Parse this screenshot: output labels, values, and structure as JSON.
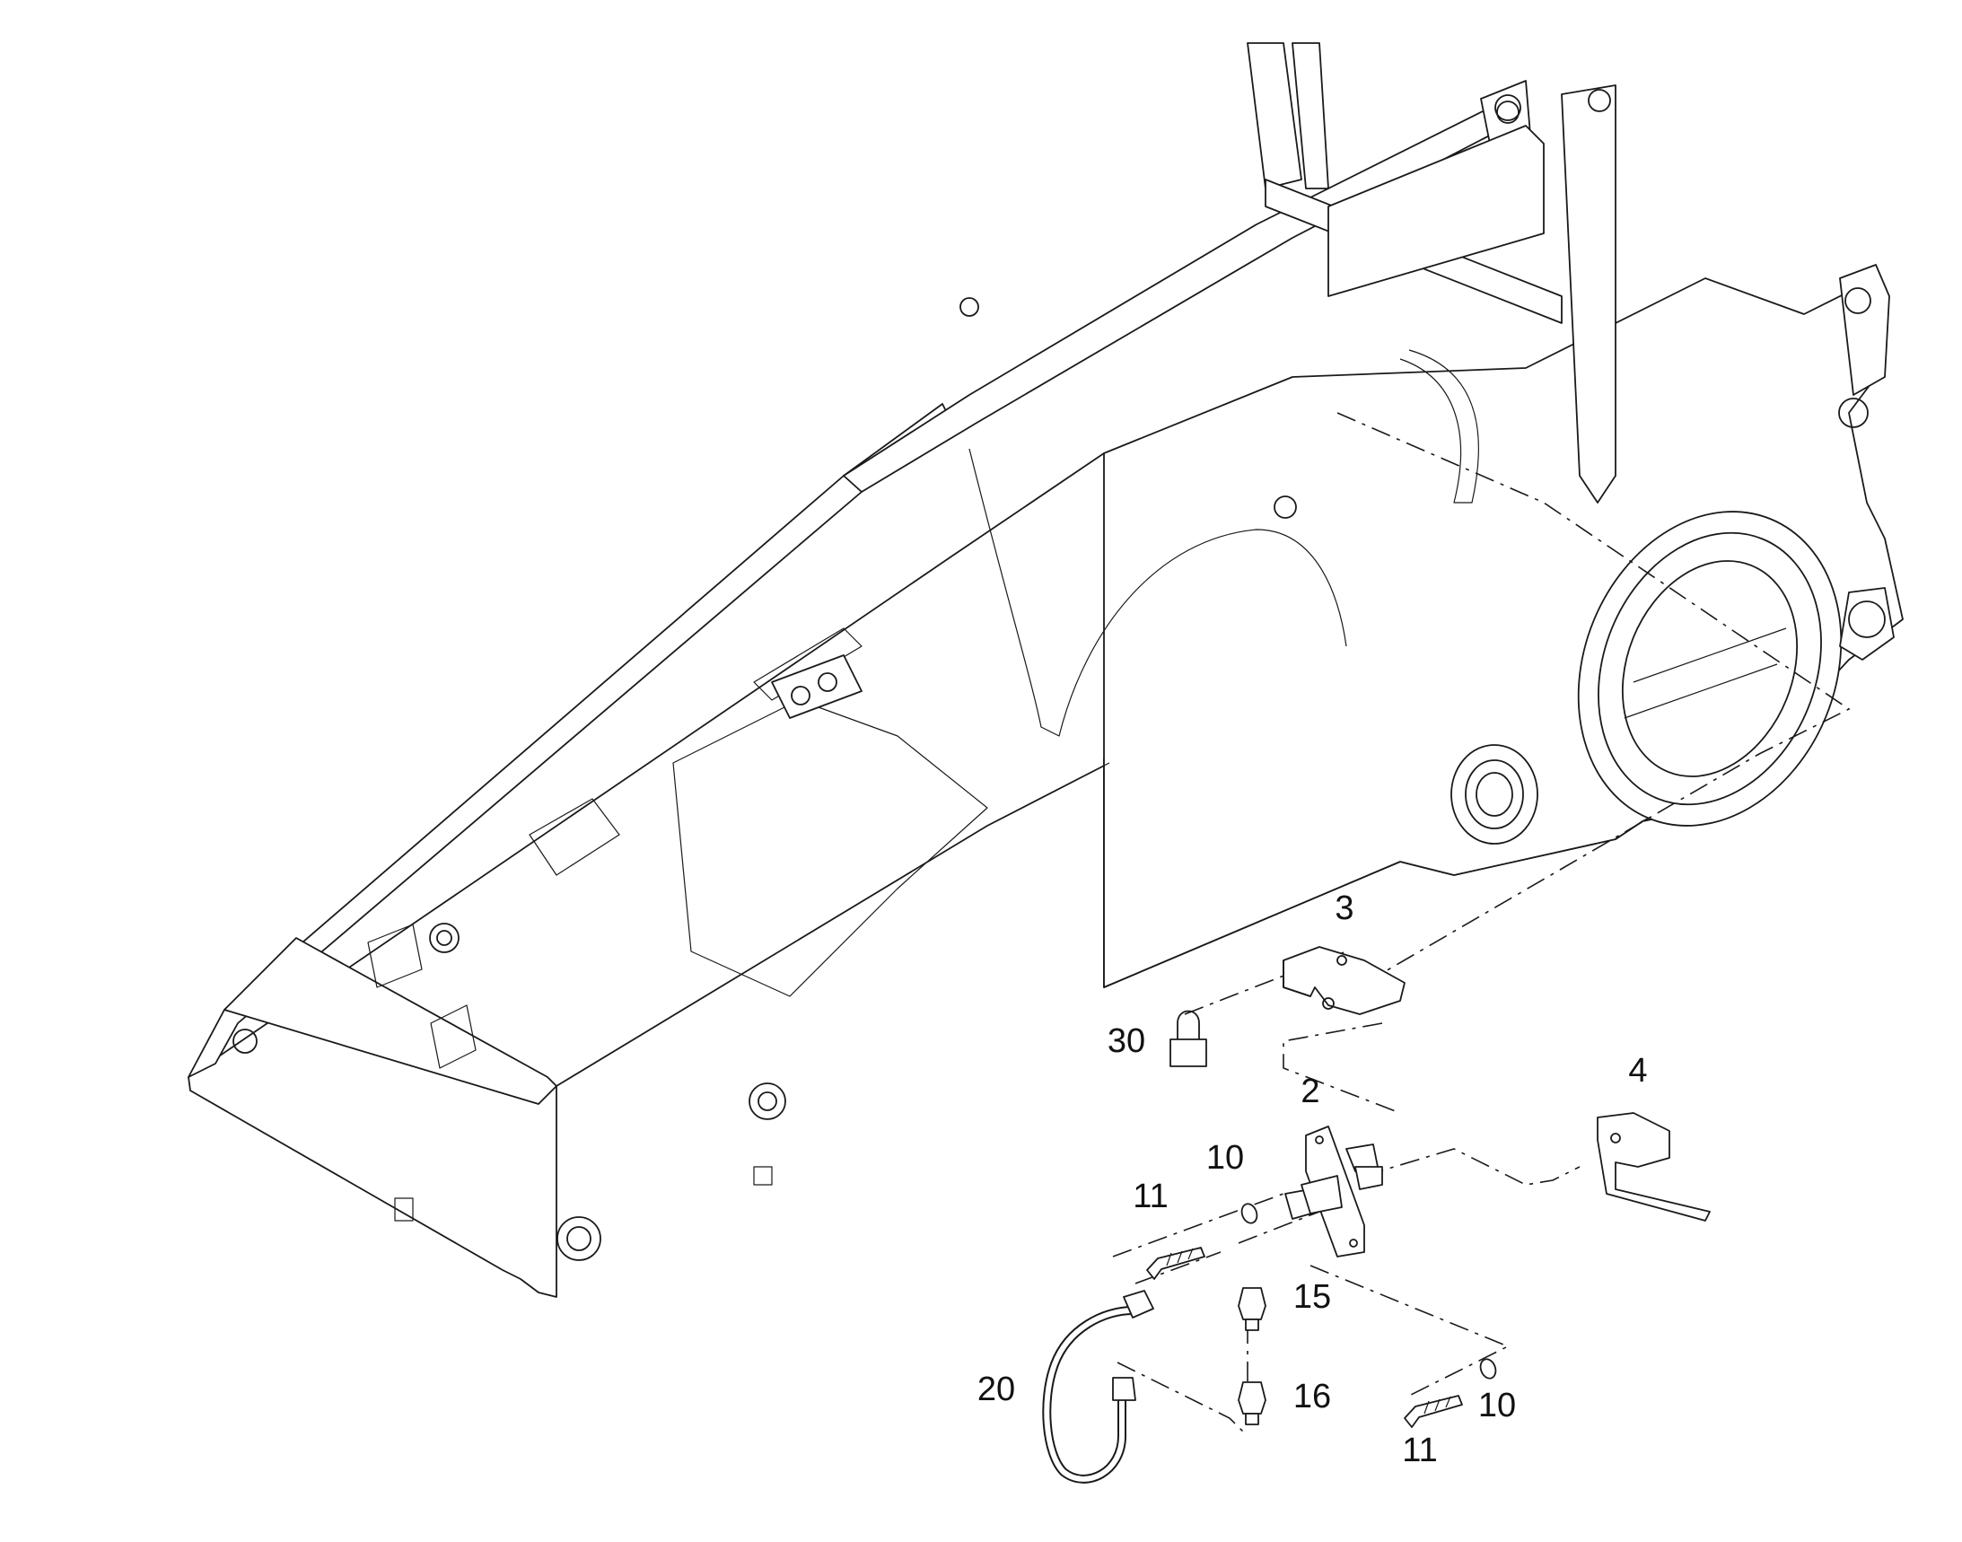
{
  "callouts": {
    "c3": "3",
    "c30": "30",
    "c2": "2",
    "c4": "4",
    "c10a": "10",
    "c11a": "11",
    "c15": "15",
    "c20": "20",
    "c16": "16",
    "c10b": "10",
    "c11b": "11"
  },
  "colors": {
    "line": "#1a1a1a",
    "background": "#ffffff"
  }
}
